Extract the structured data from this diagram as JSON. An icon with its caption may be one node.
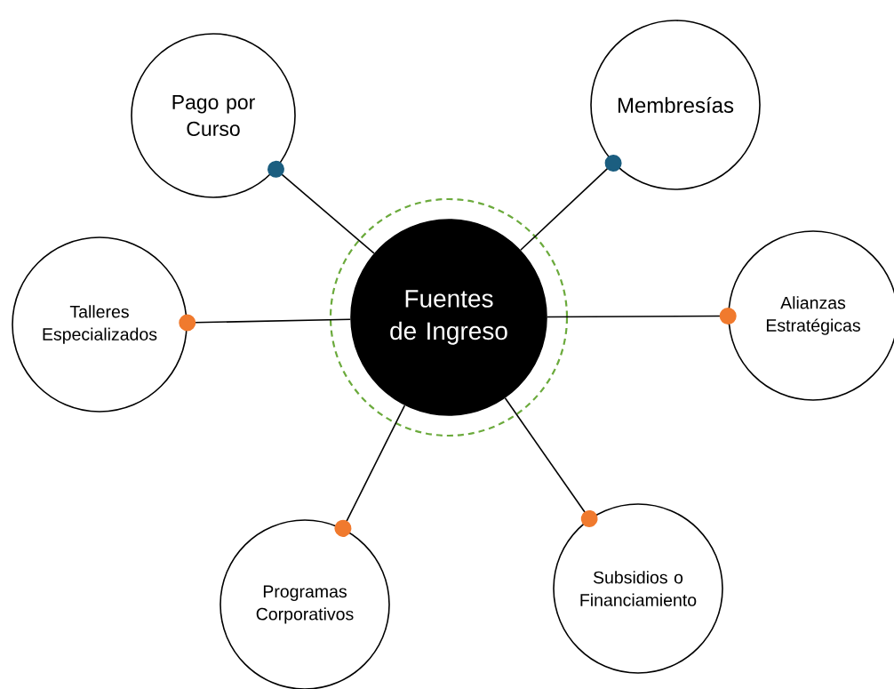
{
  "diagram": {
    "nodes": [
      {
        "text": [
          "Fuentes de Ingreso"
        ]
      },
      {
        "text": [
          "Pago por Curso"
        ]
      },
      {
        "text": [
          "Membresías"
        ]
      },
      {
        "text": [
          "Talleres Especializados"
        ]
      },
      {
        "text": [
          "Alianzas Estratégicas"
        ]
      },
      {
        "text": [
          "Programas Corporativos"
        ]
      },
      {
        "text": [
          "Subsidios o Financiamiento"
        ]
      }
    ],
    "edges": [
      {
        "from": 0,
        "to": 1,
        "arrow": "other"
      },
      {
        "from": 0,
        "to": 2,
        "arrow": "other"
      },
      {
        "from": 0,
        "to": 3,
        "arrow": "other"
      },
      {
        "from": 0,
        "to": 4,
        "arrow": "other"
      },
      {
        "from": 0,
        "to": 5,
        "arrow": "other"
      },
      {
        "from": 0,
        "to": 6,
        "arrow": "other"
      }
    ]
  }
}
